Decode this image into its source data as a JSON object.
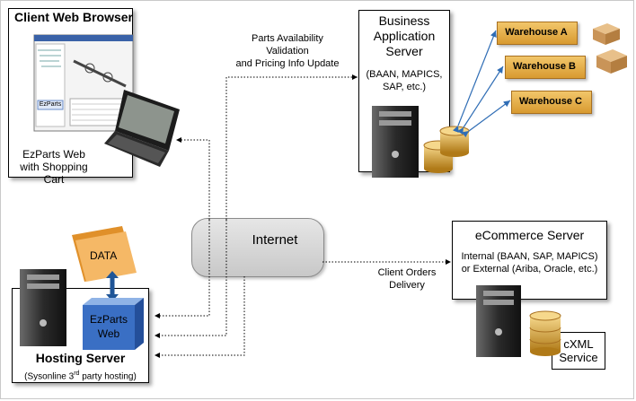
{
  "client_box": {
    "title": "Client Web Browser",
    "caption_line1": "EzParts Web",
    "caption_line2": "with Shopping Cart",
    "screen_badge": "EzParts"
  },
  "business_box": {
    "title_line1": "Business",
    "title_line2": "Application",
    "title_line3": "Server",
    "sub_line1": "(BAAN, MAPICS,",
    "sub_line2": "SAP, etc.)"
  },
  "flow_top": {
    "line1": "Parts Availability",
    "line2": "Validation",
    "line3": "and Pricing Info Update"
  },
  "warehouses": [
    "Warehouse A",
    "Warehouse B",
    "Warehouse C"
  ],
  "internet": {
    "label": "Internet"
  },
  "ecommerce_box": {
    "title": "eCommerce Server",
    "line1": "Internal (BAAN, SAP, MAPICS)",
    "line2": "or External (Ariba, Oracle, etc.)"
  },
  "flow_orders": {
    "line1": "Client Orders",
    "line2": "Delivery"
  },
  "cxml": {
    "line1": "cXML",
    "line2": "Service"
  },
  "hosting_box": {
    "title": "Hosting Server",
    "sub_pre": "(Sysonline 3",
    "sub_sup": "rd",
    "sub_post": " party hosting)"
  },
  "data_folder": {
    "label": "DATA"
  },
  "ezparts_cube": {
    "line1": "EzParts",
    "line2": "Web"
  },
  "colors": {
    "arrow_blue": "#2f6db5",
    "warehouse_orange": "#e3a63f",
    "cube_blue": "#3a6fc4",
    "data_orange": "#f0a24a"
  }
}
